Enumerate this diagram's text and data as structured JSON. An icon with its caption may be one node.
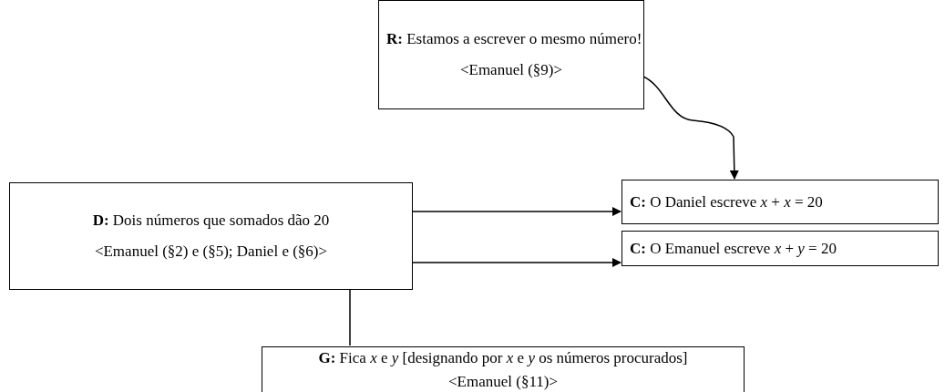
{
  "diagram": {
    "nodes": [
      {
        "text": [
          "**R:** Estamos a escrever o mesmo número!",
          "<Emanuel (§9)>"
        ]
      },
      {
        "text": [
          "**D:** Dois números que somados dão 20",
          "<Emanuel (§2) e (§5); Daniel e (§6)>"
        ]
      },
      {
        "text": [
          "**C:** O Daniel escreve *x* + *x* = 20"
        ]
      },
      {
        "text": [
          "**C:** O Emanuel escreve *x* + *y* = 20"
        ]
      },
      {
        "text": [
          "**G:** Fica *x* e *y* [designando por *x* e *y* os números procurados]",
          "<Emanuel (§11)>"
        ]
      }
    ],
    "edges": [
      {
        "from": 0,
        "to": 2,
        "arrow": "to"
      },
      {
        "from": 1,
        "to": 2,
        "arrow": "to"
      },
      {
        "from": 1,
        "to": 3,
        "arrow": "to"
      },
      {
        "from": 1,
        "to": 4,
        "arrow": "none"
      }
    ]
  }
}
